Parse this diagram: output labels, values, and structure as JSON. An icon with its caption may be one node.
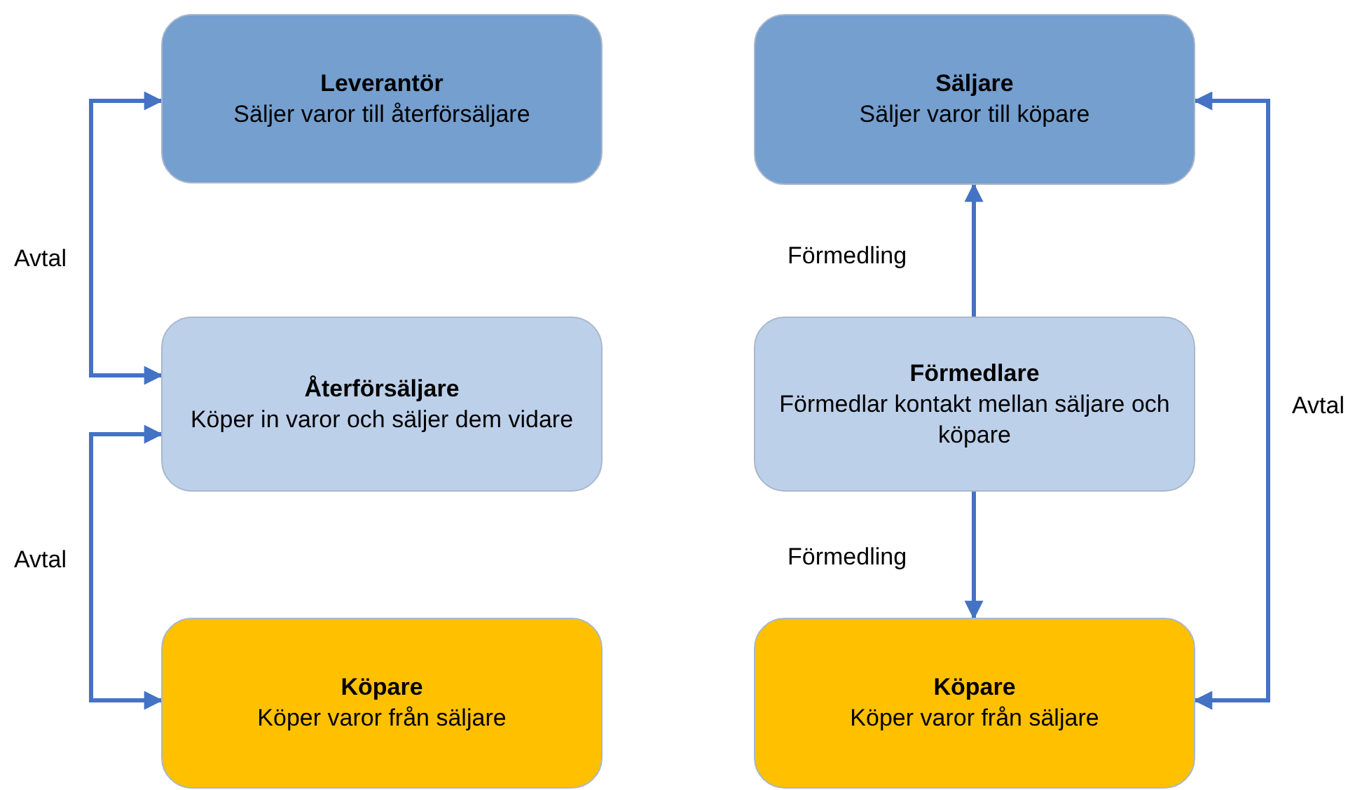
{
  "diagram": {
    "nodes": [
      {
        "text": [
          "Leverantör",
          "Säljer varor till återförsäljare"
        ]
      },
      {
        "text": [
          "Återförsäljare",
          "Köper in varor och säljer dem vidare"
        ]
      },
      {
        "text": [
          "Köpare",
          "Köper varor från säljare"
        ]
      },
      {
        "text": [
          "Säljare",
          "Säljer varor till köpare"
        ]
      },
      {
        "text": [
          "Förmedlare",
          "Förmedlar kontakt mellan säljare och köpare"
        ]
      },
      {
        "text": [
          "Köpare",
          "Köper varor från säljare"
        ]
      }
    ],
    "edges": [
      {
        "from": 0,
        "to": 1,
        "arrow": "both",
        "label": "Avtal"
      },
      {
        "from": 1,
        "to": 2,
        "arrow": "both",
        "label": "Avtal"
      },
      {
        "from": 4,
        "to": 3,
        "arrow": "to",
        "label": "Förmedling"
      },
      {
        "from": 4,
        "to": 5,
        "arrow": "to",
        "label": "Förmedling"
      },
      {
        "from": 3,
        "to": 5,
        "arrow": "both",
        "label": "Avtal"
      }
    ]
  }
}
